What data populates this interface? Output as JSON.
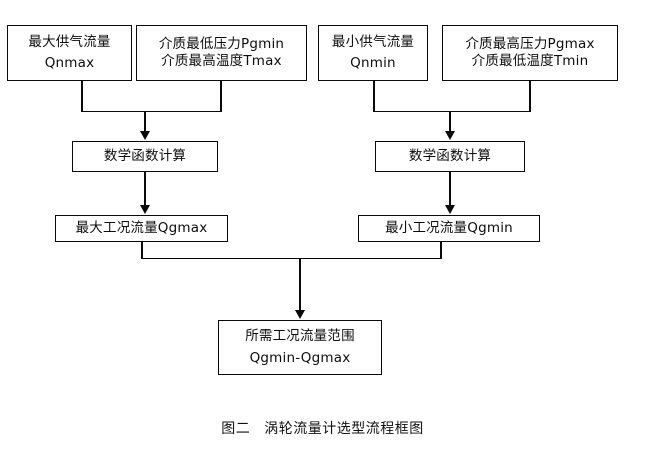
{
  "diagram": {
    "caption_label": "图二",
    "caption_title": "涡轮流量计选型流程框图",
    "nodes": {
      "qnmax": {
        "line1": "最大供气流量",
        "line2": "Qnmax"
      },
      "pgmin": {
        "line1": "介质最低压力Pgmin",
        "line2": "介质最高温度Tmax"
      },
      "qnmin": {
        "line1": "最小供气流量",
        "line2": "Qnmin"
      },
      "pgmax": {
        "line1": "介质最高压力Pgmax",
        "line2": "介质最低温度Tmin"
      },
      "math_left": {
        "line1": "数学函数计算"
      },
      "math_right": {
        "line1": "数学函数计算"
      },
      "qgmax": {
        "line1": "最大工况流量Qgmax"
      },
      "qgmin": {
        "line1": "最小工况流量Qgmin"
      },
      "range": {
        "line1": "所需工况流量范围",
        "line2": "Qgmin-Qgmax"
      }
    },
    "colors": {
      "stroke": "#0a0a0a",
      "text": "#0d0d0d",
      "background": "#ffffff"
    }
  }
}
